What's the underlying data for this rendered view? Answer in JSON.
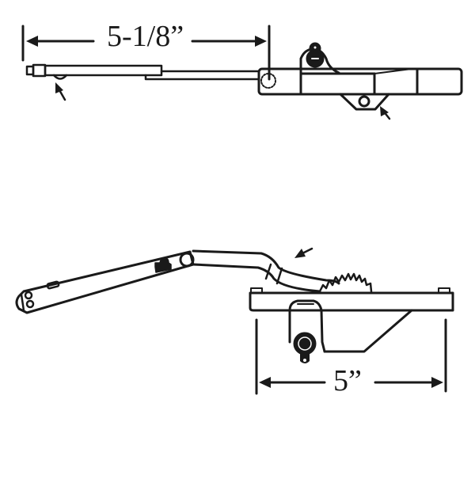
{
  "diagram": {
    "subject": "window casement operator, top view and side view",
    "colors": {
      "line": "#1a1a1a",
      "background": "#ffffff"
    },
    "top_view": {
      "dimension": {
        "label": "5-1/8”",
        "value_inches": 5.125,
        "orientation": "horizontal"
      },
      "callouts": [
        {
          "name": "arm-end-stud-arrow",
          "direction": "up-left"
        },
        {
          "name": "base-mount-hole-arrow",
          "direction": "up-left"
        }
      ]
    },
    "side_view": {
      "dimension": {
        "label": "5”",
        "value_inches": 5,
        "orientation": "horizontal"
      },
      "callouts": [
        {
          "name": "arm-bend-arrow",
          "direction": "down-left"
        }
      ]
    }
  }
}
